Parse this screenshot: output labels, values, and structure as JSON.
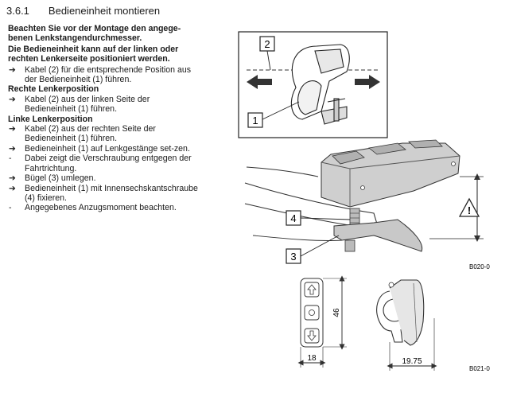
{
  "heading": {
    "number": "3.6.1",
    "title": "Bedieneinheit montieren"
  },
  "intro": [
    "Beachten Sie vor der Montage den angege-benen Lenkstangendurchmesser.",
    "Die Bedieneinheit kann auf der linken oder rechten Lenkerseite positioniert werden."
  ],
  "steps_general": [
    {
      "marker": "➔",
      "text": "Kabel (2) für die entsprechende Position aus der Bedieneinheit (1) führen."
    }
  ],
  "right_title": "Rechte Lenkerposition",
  "steps_right": [
    {
      "marker": "➔",
      "text": "Kabel (2) aus der linken Seite der Bedieneinheit (1) führen."
    }
  ],
  "left_title": "Linke Lenkerposition",
  "steps_left": [
    {
      "marker": "➔",
      "text": "Kabel (2) aus der rechten Seite der Bedieneinheit (1) führen."
    },
    {
      "marker": "➔",
      "text": "Bedieneinheit (1) auf Lenkgestänge set-zen."
    },
    {
      "marker": "-",
      "text": "Dabei zeigt die Verschraubung entgegen der Fahrtrichtung."
    },
    {
      "marker": "➔",
      "text": "Bügel (3) umlegen."
    },
    {
      "marker": "➔",
      "text": "Bedieneinheit (1) mit Innensechskantschraube (4) fixieren."
    },
    {
      "marker": "-",
      "text": "Angegebenes Anzugsmoment beachten."
    }
  ],
  "figure1": {
    "label_top": "2",
    "label_bottom": "1"
  },
  "figure2": {
    "label_screw": "4",
    "label_clamp": "3",
    "code": "B020-0",
    "warning_symbol": "!"
  },
  "figure3": {
    "dim_height": "46",
    "dim_width": "18",
    "dim_clamp": "19.75",
    "code": "B021-0"
  },
  "icons": {
    "arrow_up": "up-arrow-icon",
    "circle": "circle-icon",
    "arrow_down": "down-arrow-icon"
  }
}
